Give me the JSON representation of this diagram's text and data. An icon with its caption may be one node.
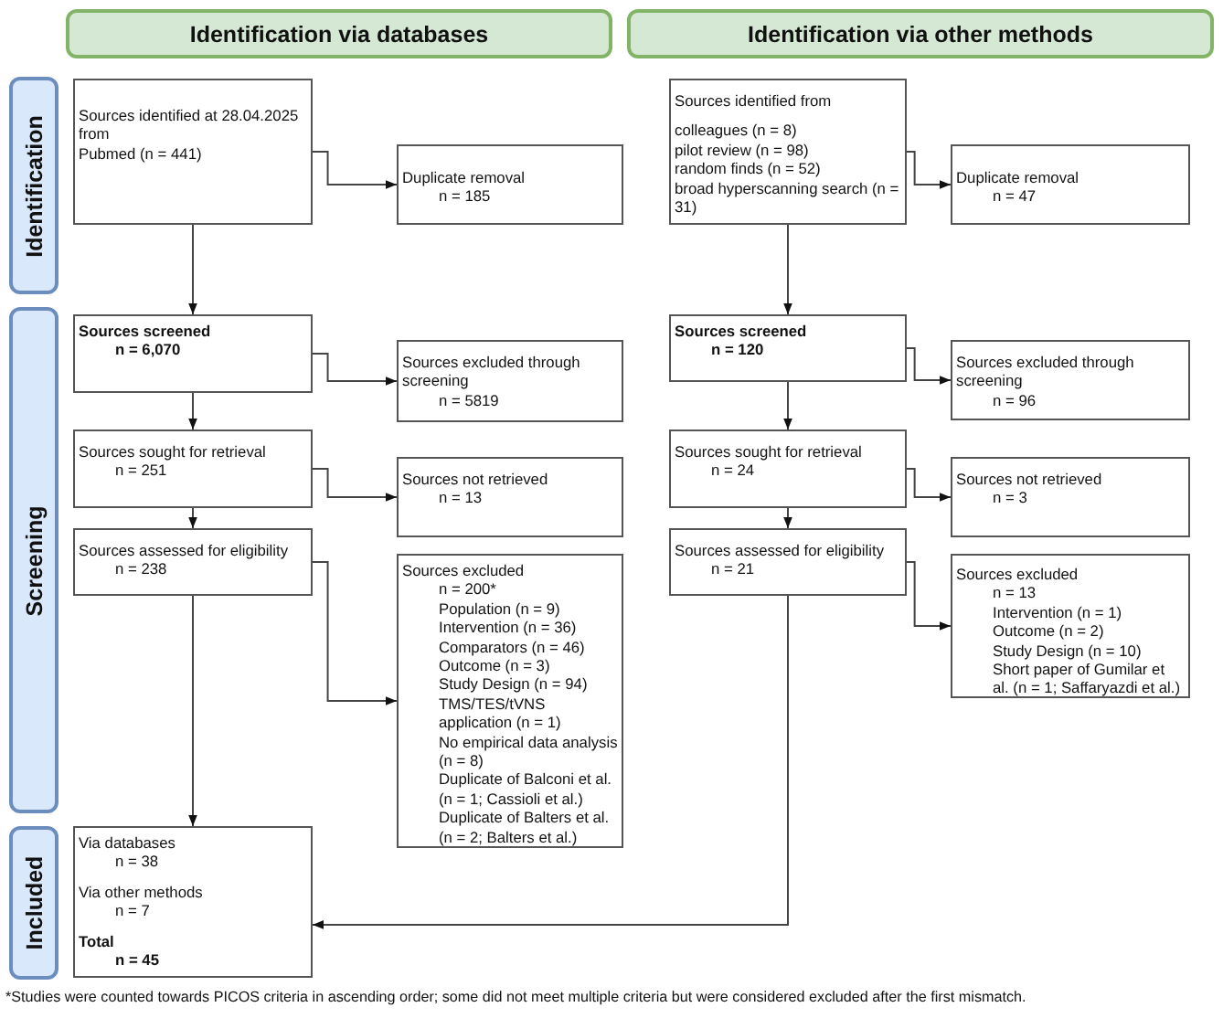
{
  "diagram": {
    "nodes": [
      {
        "text": [
          "Identification via databases"
        ]
      },
      {
        "text": [
          "Identification via other methods"
        ]
      },
      {
        "text": [
          "Identification"
        ]
      },
      {
        "text": [
          "Screening"
        ]
      },
      {
        "text": [
          "Included"
        ]
      },
      {
        "text": [
          "Sources identified at 28.04.2025 from",
          "Pubmed (n = 441)"
        ]
      },
      {
        "text": [
          "Duplicate removal",
          "n = 185"
        ]
      },
      {
        "text": [
          "Sources identified from",
          "colleagues (n = 8)",
          "pilot review (n = 98)",
          "random finds (n = 52)",
          "broad hyperscanning search (n = 31)"
        ]
      },
      {
        "text": [
          "Duplicate removal",
          "n = 47"
        ]
      },
      {
        "text": [
          "Sources screened",
          "n = 6,070"
        ]
      },
      {
        "text": [
          "Sources excluded through screening",
          "n = 5819"
        ]
      },
      {
        "text": [
          "Sources screened",
          "n = 120"
        ]
      },
      {
        "text": [
          "Sources excluded through screening",
          "n = 96"
        ]
      },
      {
        "text": [
          "Sources sought for retrieval",
          "n = 251"
        ]
      },
      {
        "text": [
          "Sources not retrieved",
          "n = 13"
        ]
      },
      {
        "text": [
          "Sources sought for retrieval",
          "n = 24"
        ]
      },
      {
        "text": [
          "Sources not retrieved",
          "n = 3"
        ]
      },
      {
        "text": [
          "Sources assessed for eligibility",
          "n = 238"
        ]
      },
      {
        "text": [
          "Sources excluded",
          "n = 200*",
          "Population (n = 9)",
          "Intervention (n = 36)",
          "Comparators (n = 46)",
          "Outcome (n = 3)",
          "Study Design (n = 94)",
          "TMS/TES/tVNS application (n = 1)",
          "No empirical data analysis (n = 8)",
          "Duplicate of Balconi et al. (n = 1; Cassioli et al.)",
          "Duplicate of Balters et al. (n = 2; Balters et al.)"
        ]
      },
      {
        "text": [
          "Sources assessed for eligibility",
          "n = 21"
        ]
      },
      {
        "text": [
          "Sources excluded",
          "n = 13",
          "Intervention (n = 1)",
          "Outcome (n = 2)",
          "Study Design (n = 10)",
          "Short paper of Gumilar et al. (n = 1; Saffaryazdi et al.)"
        ]
      },
      {
        "text": [
          "Via databases",
          "n = 38",
          "Via other methods",
          "n = 7",
          "Total",
          "n = 45"
        ]
      }
    ],
    "edges": [
      {
        "from": 5,
        "to": 6,
        "arrow": "to"
      },
      {
        "from": 5,
        "to": 9,
        "arrow": "to"
      },
      {
        "from": 7,
        "to": 8,
        "arrow": "to"
      },
      {
        "from": 7,
        "to": 11,
        "arrow": "to"
      },
      {
        "from": 9,
        "to": 10,
        "arrow": "to"
      },
      {
        "from": 9,
        "to": 13,
        "arrow": "to"
      },
      {
        "from": 11,
        "to": 12,
        "arrow": "to"
      },
      {
        "from": 11,
        "to": 15,
        "arrow": "to"
      },
      {
        "from": 13,
        "to": 14,
        "arrow": "to"
      },
      {
        "from": 13,
        "to": 17,
        "arrow": "to"
      },
      {
        "from": 15,
        "to": 16,
        "arrow": "to"
      },
      {
        "from": 15,
        "to": 19,
        "arrow": "to"
      },
      {
        "from": 17,
        "to": 18,
        "arrow": "to"
      },
      {
        "from": 17,
        "to": 21,
        "arrow": "to"
      },
      {
        "from": 19,
        "to": 20,
        "arrow": "to"
      },
      {
        "from": 19,
        "to": 21,
        "arrow": "to"
      }
    ],
    "labels": [
      "*Studies were counted towards PICOS criteria in ascending order; some did not meet multiple criteria but were considered excluded after the first mismatch."
    ]
  }
}
